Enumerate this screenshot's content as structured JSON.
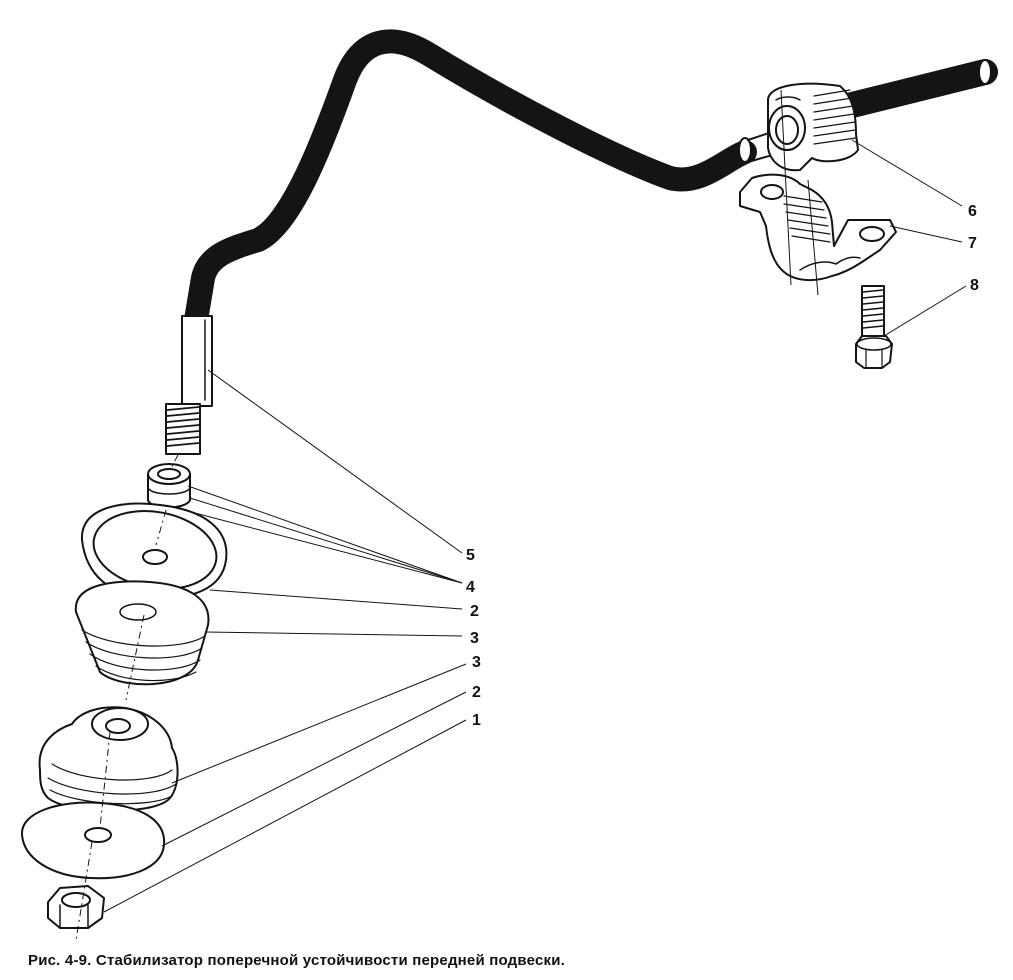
{
  "caption": "Рис. 4-9. Стабилизатор поперечной устойчивости передней подвески.",
  "callouts": [
    {
      "id": "label-6",
      "text": "6"
    },
    {
      "id": "label-7",
      "text": "7"
    },
    {
      "id": "label-8",
      "text": "8"
    },
    {
      "id": "label-5",
      "text": "5"
    },
    {
      "id": "label-4",
      "text": "4"
    },
    {
      "id": "label-2a",
      "text": "2"
    },
    {
      "id": "label-3a",
      "text": "3"
    },
    {
      "id": "label-3b",
      "text": "3"
    },
    {
      "id": "label-2b",
      "text": "2"
    },
    {
      "id": "label-1",
      "text": "1"
    }
  ]
}
